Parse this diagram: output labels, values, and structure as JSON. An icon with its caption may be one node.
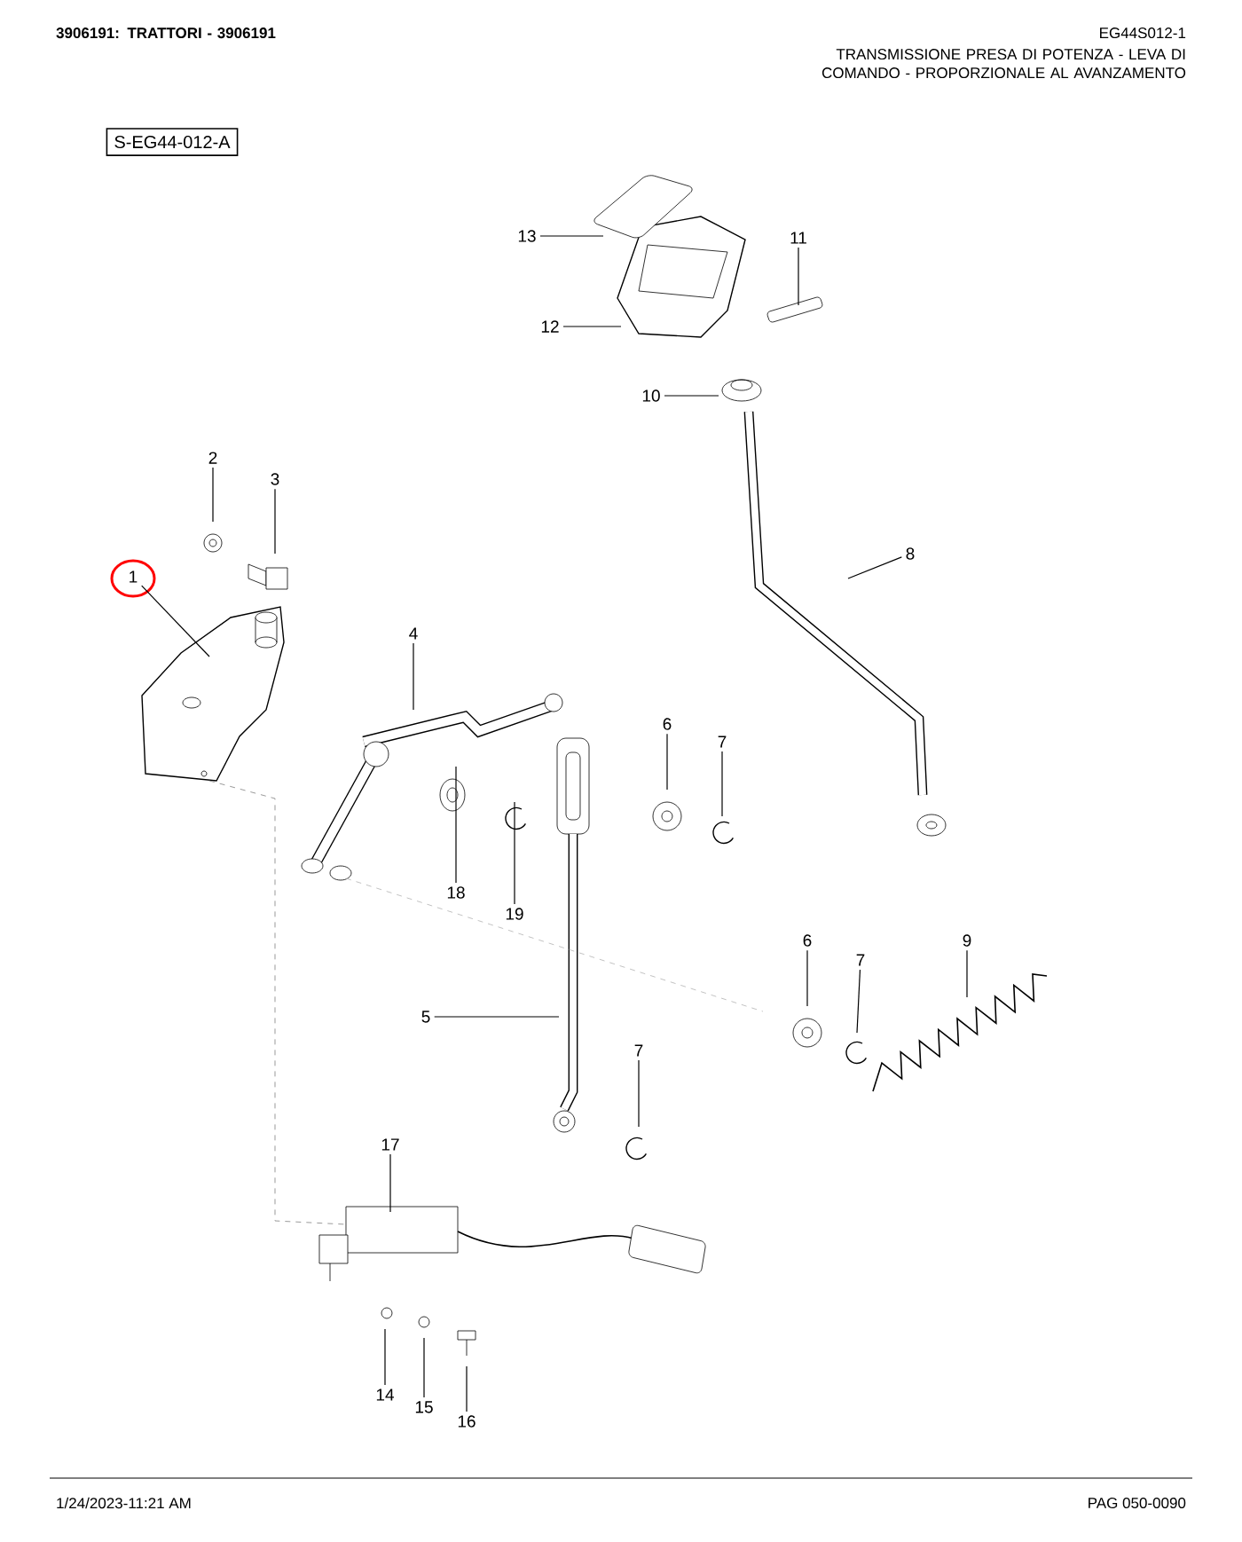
{
  "diagram": {
    "title": "3906191: TRATTORI - 3906191",
    "nodes": [
      {
        "text": [
          "S-EG44-012-A"
        ]
      },
      {
        "text": [
          "13"
        ]
      },
      {
        "text": [
          "11"
        ]
      },
      {
        "text": [
          "12"
        ]
      },
      {
        "text": [
          "10"
        ]
      },
      {
        "text": [
          "2"
        ]
      },
      {
        "text": [
          "3"
        ]
      },
      {
        "text": [
          "8"
        ]
      },
      {
        "text": [
          "1"
        ]
      },
      {
        "text": [
          "4"
        ]
      },
      {
        "text": [
          "6"
        ]
      },
      {
        "text": [
          "7"
        ]
      },
      {
        "text": [
          "18"
        ]
      },
      {
        "text": [
          "19"
        ]
      },
      {
        "text": [
          "6"
        ]
      },
      {
        "text": [
          "7"
        ]
      },
      {
        "text": [
          "9"
        ]
      },
      {
        "text": [
          "5"
        ]
      },
      {
        "text": [
          "7"
        ]
      },
      {
        "text": [
          "17"
        ]
      },
      {
        "text": [
          "14"
        ]
      },
      {
        "text": [
          "15"
        ]
      },
      {
        "text": [
          "16"
        ]
      }
    ],
    "edges": [
      {
        "from": 1,
        "to": null,
        "arrow": "none"
      },
      {
        "from": 2,
        "to": null,
        "arrow": "none"
      },
      {
        "from": 3,
        "to": null,
        "arrow": "none"
      },
      {
        "from": 4,
        "to": null,
        "arrow": "none"
      },
      {
        "from": 5,
        "to": null,
        "arrow": "none"
      },
      {
        "from": 6,
        "to": null,
        "arrow": "none"
      },
      {
        "from": 7,
        "to": null,
        "arrow": "none"
      },
      {
        "from": 8,
        "to": null,
        "arrow": "none"
      },
      {
        "from": 9,
        "to": null,
        "arrow": "none"
      },
      {
        "from": 10,
        "to": null,
        "arrow": "none"
      },
      {
        "from": 11,
        "to": null,
        "arrow": "none"
      },
      {
        "from": 12,
        "to": null,
        "arrow": "none"
      },
      {
        "from": 13,
        "to": null,
        "arrow": "none"
      },
      {
        "from": 14,
        "to": null,
        "arrow": "none"
      },
      {
        "from": 15,
        "to": null,
        "arrow": "none"
      },
      {
        "from": 16,
        "to": null,
        "arrow": "none"
      },
      {
        "from": 17,
        "to": null,
        "arrow": "none"
      },
      {
        "from": 18,
        "to": null,
        "arrow": "none"
      },
      {
        "from": 19,
        "to": null,
        "arrow": "none"
      },
      {
        "from": 20,
        "to": null,
        "arrow": "none"
      },
      {
        "from": 21,
        "to": null,
        "arrow": "none"
      },
      {
        "from": 22,
        "to": null,
        "arrow": "none"
      }
    ],
    "labels": [
      "EG44S012-1",
      "TRANSMISSIONE PRESA DI POTENZA - LEVA DI COMANDO - PROPORZIONALE AL AVANZAMENTO",
      "1/24/2023-11:21 AM",
      "PAG 050-0090"
    ]
  }
}
